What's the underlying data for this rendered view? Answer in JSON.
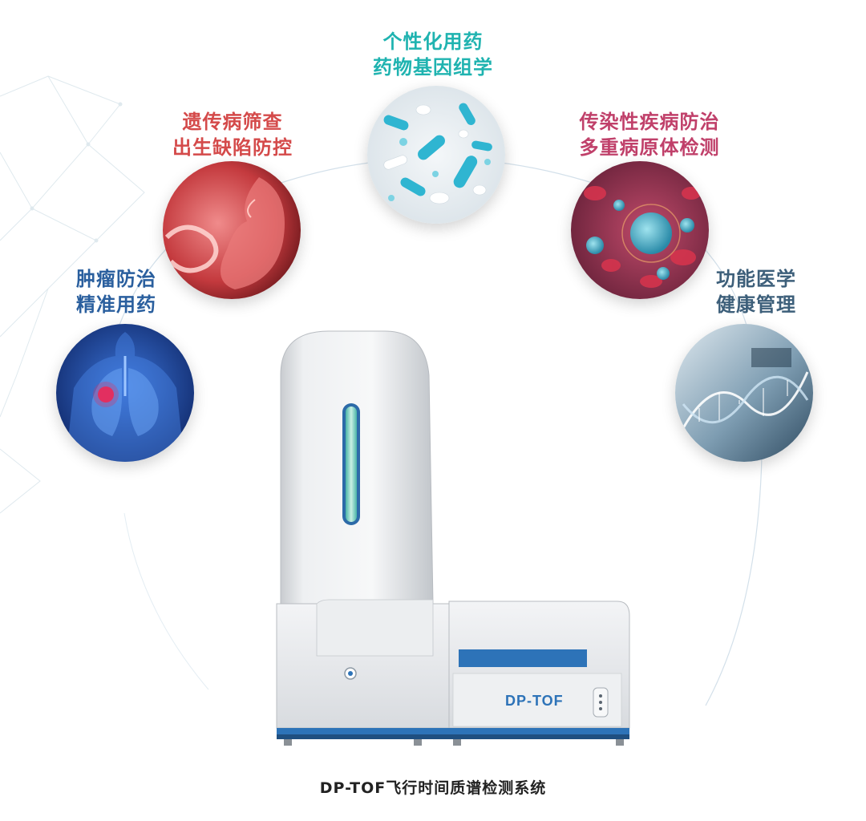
{
  "colors": {
    "teal": "#1fb3b0",
    "red": "#d44a4a",
    "magenta": "#c0406a",
    "blue": "#2a5f9e",
    "slate": "#3d5f7a",
    "instrument_blue": "#2d73b8"
  },
  "applications": [
    {
      "id": "pharmacogenomics",
      "line1": "个性化用药",
      "line2": "药物基因组学",
      "icon": "pills-image"
    },
    {
      "id": "genetic",
      "line1": "遗传病筛查",
      "line2": "出生缺陷防控",
      "icon": "fetus-image"
    },
    {
      "id": "infectious",
      "line1": "传染性疾病防治",
      "line2": "多重病原体检测",
      "icon": "pathogen-image"
    },
    {
      "id": "tumor",
      "line1": "肿瘤防治",
      "line2": "精准用药",
      "icon": "lungs-image"
    },
    {
      "id": "functional",
      "line1": "功能医学",
      "line2": "健康管理",
      "icon": "dna-image"
    }
  ],
  "instrument": {
    "brand": "DP-TOF"
  },
  "caption": "DP-TOF飞行时间质谱检测系统"
}
